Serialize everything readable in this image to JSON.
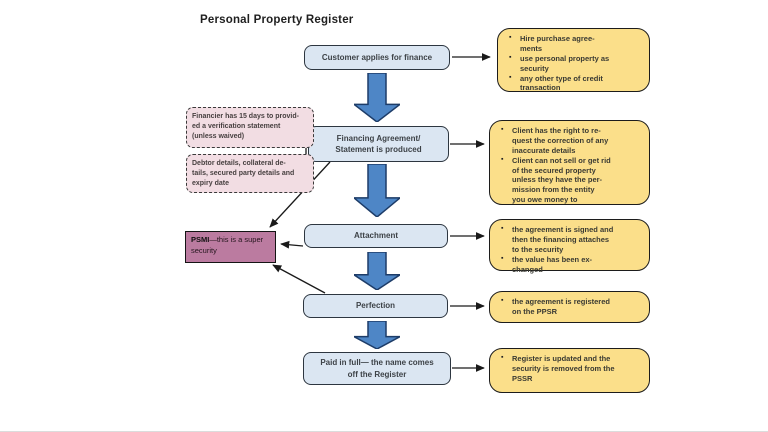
{
  "title": "Personal Property Register",
  "flow_steps": [
    {
      "label": "Customer applies for finance"
    },
    {
      "label": "Financing Agreement/\nStatement is produced"
    },
    {
      "label": "Attachment"
    },
    {
      "label": "Perfection"
    },
    {
      "label": "Paid in full— the name comes\noff the Register"
    }
  ],
  "callouts": [
    {
      "bullets": [
        "Hire purchase agree-\nments",
        "use personal property as\nsecurity",
        "any other type of credit\ntransaction"
      ]
    },
    {
      "bullets": [
        "Client has the right to re-\nquest the correction of any\ninaccurate details",
        "Client can not sell or get rid\nof the secured property\nunless they have the per-\nmission from the entity\nyou owe money to"
      ]
    },
    {
      "bullets": [
        "the agreement is signed and\nthen the financing attaches\nto the security",
        "the value has been ex-\nchanged"
      ]
    },
    {
      "bullets": [
        "the agreement is registered\non the PPSR"
      ]
    },
    {
      "bullets": [
        "Register is updated and the\nsecurity is removed from the\nPSSR"
      ]
    }
  ],
  "notes": [
    {
      "text": "Financier has 15 days to provid-\ned a verification statement\n(unless waived)"
    },
    {
      "text": "Debtor details, collateral de-\ntails, secured party details and\nexpiry date"
    }
  ],
  "psmi": {
    "term": "PSMI",
    "text": "—this is a super\nsecurity"
  },
  "colors": {
    "flow_box_fill": "#dbe6f2",
    "callout_fill": "#fbdf8a",
    "note_fill": "#f2dde3",
    "psmi_fill": "#bb7ba0",
    "arrow_fill": "#4e86c6",
    "arrow_border": "#1d3c68"
  }
}
